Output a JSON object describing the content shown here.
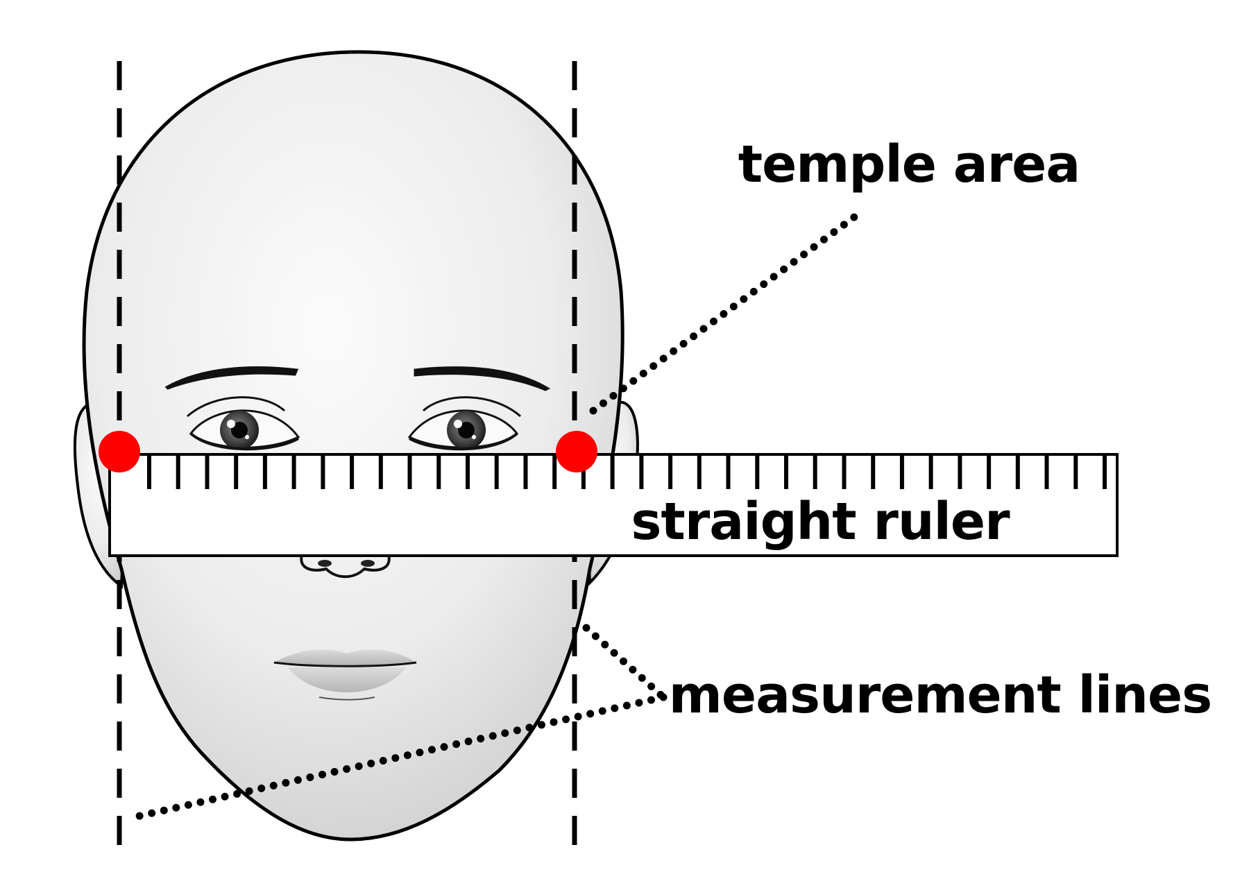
{
  "labels": {
    "temple_area": "temple area",
    "straight_ruler": "straight ruler",
    "measurement_lines": "measurement lines"
  },
  "colors": {
    "marker": "#ff0000",
    "ink": "#000000",
    "skin_light": "#f4f4f4",
    "skin_shade": "#d2d2d2",
    "ruler_fill": "#ffffff"
  },
  "ruler": {
    "tick_count": 34
  }
}
